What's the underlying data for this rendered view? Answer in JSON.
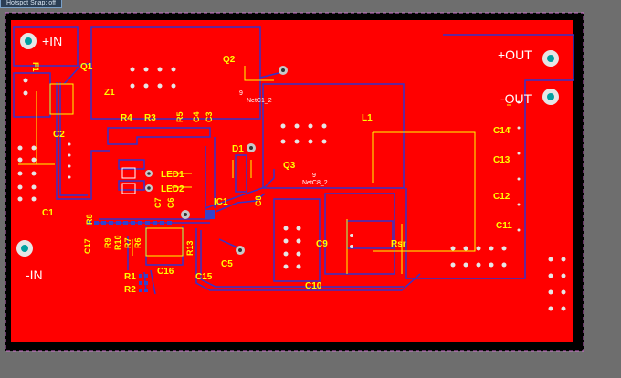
{
  "window": {
    "hotspot_tab": "Hotspot Snap: off"
  },
  "board": {
    "terminals": {
      "plus_in": "+IN",
      "minus_in": "-IN",
      "plus_out": "+OUT",
      "minus_out": "-OUT"
    },
    "designators": {
      "F1": "F1",
      "Q1": "Q1",
      "Z1": "Z1",
      "Q2": "Q2",
      "Q3": "Q3",
      "L1": "L1",
      "C1": "C1",
      "C2": "C2",
      "C3": "C3",
      "C4": "C4",
      "C5": "C5",
      "C6": "C6",
      "C7": "C7",
      "C8": "C8",
      "C9": "C9",
      "C10": "C10",
      "C11": "C11",
      "C12": "C12",
      "C13": "C13",
      "C14": "C14",
      "C15": "C15",
      "C16": "C16",
      "C17": "C17",
      "R1": "R1",
      "R2": "R2",
      "R3": "R3",
      "R4": "R4",
      "R5": "R5",
      "R6": "R6",
      "R7": "R7",
      "R8": "R8",
      "R9": "R9",
      "R10": "R10",
      "R13": "R13",
      "D1": "D1",
      "LED1": "LED1",
      "LED2": "LED2",
      "IC1": "IC1",
      "Rsr": "Rsr"
    },
    "net_labels": {
      "q2_pin": "9",
      "q2_net": "NetC1_2",
      "q3_pin": "9",
      "q3_net": "NetC8_2"
    }
  },
  "colors": {
    "copper": "#ff0000",
    "track_bottom": "#3333cc",
    "silkscreen": "#ffff00",
    "board_edge": "#000000",
    "background": "#6e6e6e",
    "pad": "#c8c8c8",
    "hole": "#00a0a0"
  }
}
